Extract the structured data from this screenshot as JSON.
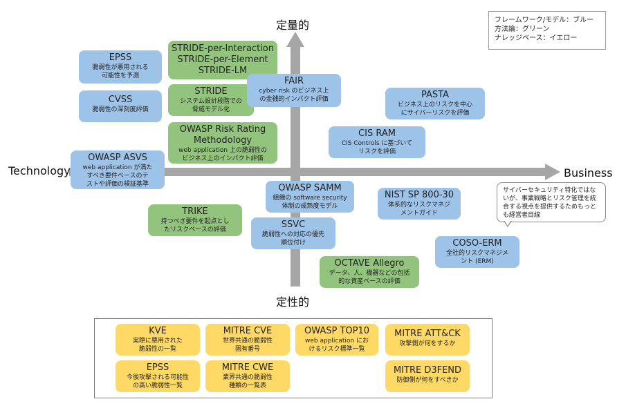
{
  "axes": {
    "top": "定量的",
    "bottom": "定性的",
    "left": "Technology",
    "right": "Business"
  },
  "legend": {
    "line1": "フレームワーク/モデル：ブルー",
    "line2": "方法論：グリーン",
    "line3": "ナレッジベース：イエロー"
  },
  "callout": "サイバーセキュリティ特化ではないが、事業戦略とリスク管理を統合する視点を提供するためもっとも経営者目線",
  "colors": {
    "framework": "#9ec3e8",
    "methodology": "#93c47d",
    "knowledge_base": "#ffd966",
    "axis": "#a6a6a6"
  },
  "items": {
    "epss_top": {
      "title": "EPSS",
      "d1": "脆弱性が悪用される",
      "d2": "可能性を予測"
    },
    "cvss": {
      "title": "CVSS",
      "d1": "脆弱性の深刻度評価",
      "d2": ""
    },
    "stride_variants": {
      "l1": "STRIDE-per-Interaction",
      "l2": "STRIDE-per-Element",
      "l3": "STRIDE-LM"
    },
    "stride": {
      "title": "STRIDE",
      "d1": "システム設計段階での",
      "d2": "脅威モデル化"
    },
    "fair": {
      "title": "FAIR",
      "d1": "cyber risk のビジネス上",
      "d2": "の金銭的インパクト評価"
    },
    "owasp_rr": {
      "title1": "OWASP Risk Rating",
      "title2": "Methodology",
      "d1": "web application 上の脆弱性の",
      "d2": "ビジネス上のインパクト評価"
    },
    "owasp_asvs": {
      "title": "OWASP ASVS",
      "d1": "web application が満た",
      "d2": "すべき要件ベースのテ",
      "d3": "ストや評価の検証基準"
    },
    "pasta": {
      "title": "PASTA",
      "d1": "ビジネス上のリスクを中心",
      "d2": "にサイバーリスクを評価"
    },
    "cis_ram": {
      "title": "CIS RAM",
      "d1": "CIS Controls に基づいて",
      "d2": "リスクを評価"
    },
    "owasp_samm": {
      "title": "OWASP SAMM",
      "d1": "組織の software security",
      "d2": "体制の成熟度モデル"
    },
    "nist": {
      "title": "NIST SP 800-30",
      "d1": "体系的なリスクマネジ",
      "d2": "メントガイド"
    },
    "trike": {
      "title": "TRIKE",
      "d1": "持つべき要件を起点とし",
      "d2": "たリスクベースの評価"
    },
    "ssvc": {
      "title": "SSVC",
      "d1": "脆弱性への対応の優先",
      "d2": "順位付け"
    },
    "coso": {
      "title": "COSO-ERM",
      "d1": "全社的リスクマネジメ",
      "d2": "ント (ERM)"
    },
    "octave": {
      "title": "OCTAVE Allegro",
      "d1": "データ、人、機器などの包括",
      "d2": "的な資産ベースの評価"
    }
  },
  "knowledge_bases": {
    "kve": {
      "title": "KVE",
      "d1": "実際に悪用された",
      "d2": "脆弱性の一覧"
    },
    "mitre_cve": {
      "title": "MITRE CVE",
      "d1": "世界共通の脆弱性",
      "d2": "固有番号"
    },
    "owasp_top10": {
      "title": "OWASP TOP10",
      "d1": "web application にお",
      "d2": "けるリスク標準一覧"
    },
    "attck": {
      "title": "MITRE ATT&CK",
      "d1": "攻撃側が何をするか",
      "d2": ""
    },
    "epss_kb": {
      "title": "EPSS",
      "d1": "今後攻撃される可能性",
      "d2": "の高い脆弱性一覧"
    },
    "mitre_cwe": {
      "title": "MITRE CWE",
      "d1": "業界共通の脆弱性",
      "d2": "種類の一覧表"
    },
    "d3fend": {
      "title": "MITRE D3FEND",
      "d1": "防御側が何をすべきか",
      "d2": ""
    }
  }
}
